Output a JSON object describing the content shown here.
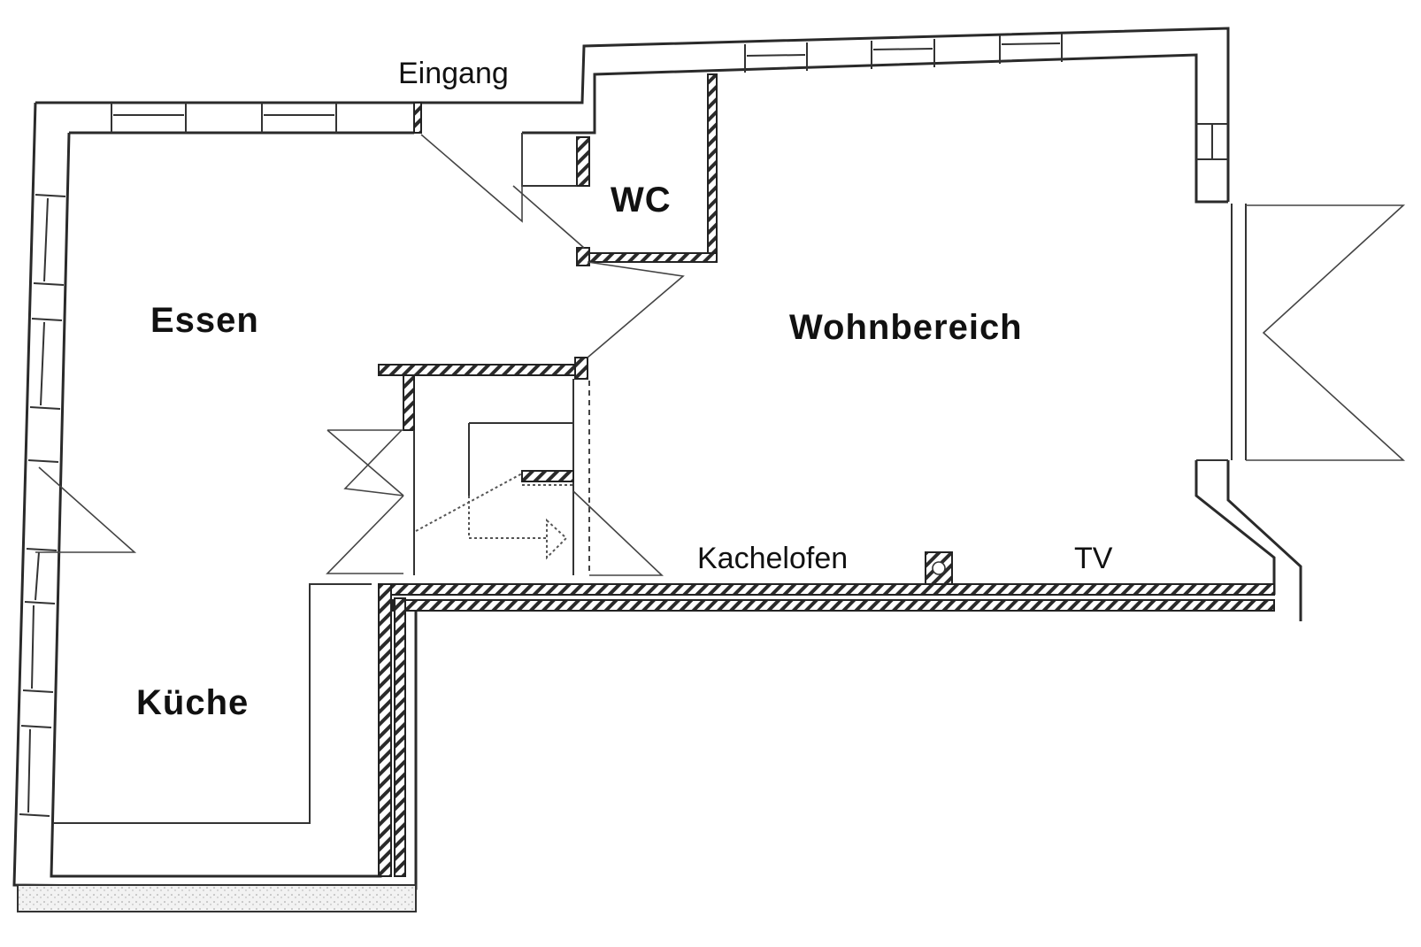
{
  "plan": {
    "type": "floor-plan",
    "colors": {
      "line": "#2a2a2a",
      "background": "#ffffff",
      "hatch": "#222222"
    },
    "rooms": [
      {
        "id": "essen",
        "label": "Essen"
      },
      {
        "id": "wohnbereich",
        "label": "Wohnbereich"
      },
      {
        "id": "kueche",
        "label": "Küche"
      },
      {
        "id": "wc",
        "label": "WC"
      }
    ],
    "annotations": {
      "entrance": "Eingang",
      "stove": "Kachelofen",
      "tv": "TV"
    }
  }
}
